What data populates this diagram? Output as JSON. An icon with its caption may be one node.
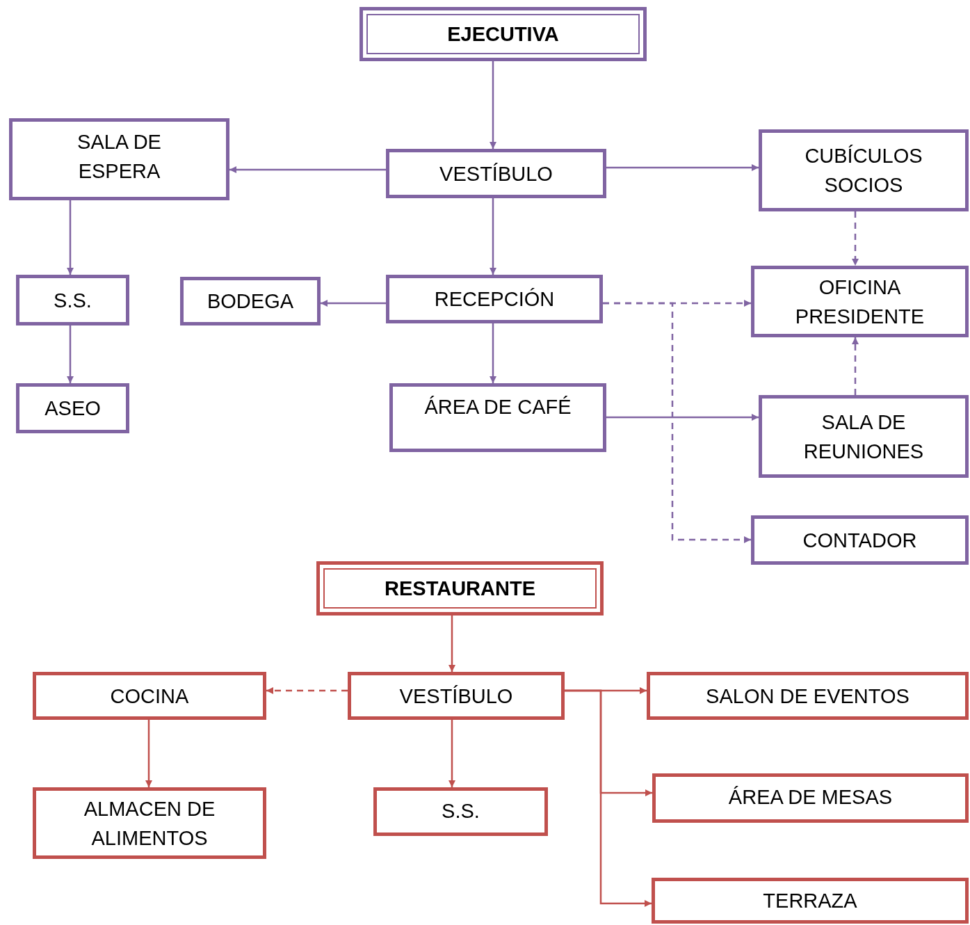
{
  "diagram": {
    "nodes": [
      {
        "text": [
          "EJECUTIVA"
        ]
      },
      {
        "text": [
          "SALA DE ESPERA"
        ]
      },
      {
        "text": [
          "VESTÍBULO"
        ]
      },
      {
        "text": [
          "CUBÍCULOS SOCIOS"
        ]
      },
      {
        "text": [
          "S.S."
        ]
      },
      {
        "text": [
          "BODEGA"
        ]
      },
      {
        "text": [
          "RECEPCIÓN"
        ]
      },
      {
        "text": [
          "OFICINA PRESIDENTE"
        ]
      },
      {
        "text": [
          "ASEO"
        ]
      },
      {
        "text": [
          "ÁREA DE CAFÉ"
        ]
      },
      {
        "text": [
          "SALA DE REUNIONES"
        ]
      },
      {
        "text": [
          "CONTADOR"
        ]
      },
      {
        "text": [
          "RESTAURANTE"
        ]
      },
      {
        "text": [
          "COCINA"
        ]
      },
      {
        "text": [
          "VESTÍBULO"
        ]
      },
      {
        "text": [
          "SALON DE EVENTOS"
        ]
      },
      {
        "text": [
          "ALMACEN DE ALIMENTOS"
        ]
      },
      {
        "text": [
          "S.S."
        ]
      },
      {
        "text": [
          "ÁREA DE MESAS"
        ]
      },
      {
        "text": [
          "TERRAZA"
        ]
      }
    ],
    "edges": [
      {
        "from": 0,
        "to": 2,
        "arrow": "to"
      },
      {
        "from": 2,
        "to": 1,
        "arrow": "to"
      },
      {
        "from": 2,
        "to": 3,
        "arrow": "to"
      },
      {
        "from": 3,
        "to": 7,
        "arrow": "to",
        "style": "dashed"
      },
      {
        "from": 1,
        "to": 4,
        "arrow": "to"
      },
      {
        "from": 4,
        "to": 8,
        "arrow": "to"
      },
      {
        "from": 2,
        "to": 6,
        "arrow": "to"
      },
      {
        "from": 6,
        "to": 5,
        "arrow": "to"
      },
      {
        "from": 6,
        "to": 7,
        "arrow": "to",
        "style": "dashed"
      },
      {
        "from": 6,
        "to": 11,
        "arrow": "to",
        "style": "dashed"
      },
      {
        "from": 9,
        "to": 10,
        "arrow": "to"
      },
      {
        "from": 10,
        "to": 7,
        "arrow": "to",
        "style": "dashed"
      },
      {
        "from": 6,
        "to": 9,
        "arrow": "to"
      },
      {
        "from": 12,
        "to": 14,
        "arrow": "to",
        "color": "#c0504d"
      },
      {
        "from": 14,
        "to": 13,
        "arrow": "to",
        "style": "dashed",
        "color": "#c0504d"
      },
      {
        "from": 13,
        "to": 16,
        "arrow": "to",
        "color": "#c0504d"
      },
      {
        "from": 14,
        "to": 17,
        "arrow": "to",
        "color": "#c0504d"
      },
      {
        "from": 14,
        "to": 15,
        "arrow": "to",
        "color": "#c0504d"
      },
      {
        "from": 14,
        "to": 18,
        "arrow": "to",
        "color": "#c0504d"
      },
      {
        "from": 14,
        "to": 19,
        "arrow": "to",
        "color": "#c0504d"
      }
    ]
  }
}
